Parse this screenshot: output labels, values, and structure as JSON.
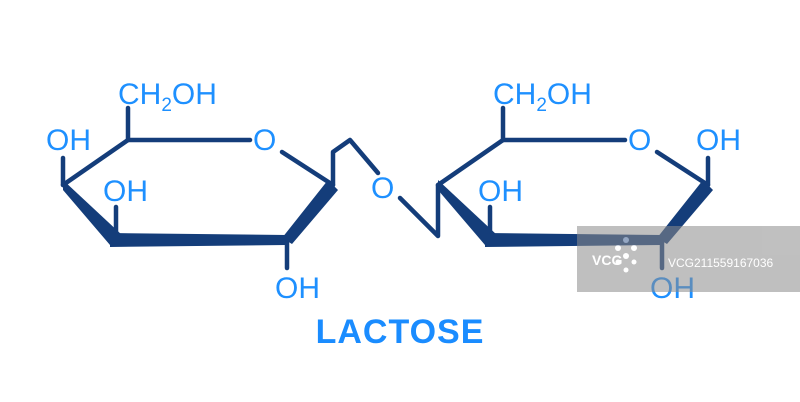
{
  "molecule": {
    "title": "LACTOSE",
    "left_ring": {
      "ring_oxygen": "O",
      "ch2oh_prefix": "CH",
      "ch2oh_subscript": "2",
      "ch2oh_suffix": "OH",
      "oh_left": "OH",
      "oh_middle": "OH",
      "oh_bottom": "OH"
    },
    "bridge_oxygen": "O",
    "right_ring": {
      "ring_oxygen": "O",
      "ch2oh_prefix": "CH",
      "ch2oh_subscript": "2",
      "ch2oh_suffix": "OH",
      "oh_top_right": "OH",
      "oh_middle": "OH",
      "oh_bottom": "OH"
    }
  },
  "colors": {
    "label_blue": "#1e90ff",
    "bond_navy": "#143d7a",
    "watermark_gray": "#8c8c8c"
  },
  "watermark": {
    "logo": "VCG",
    "text": "VCG211559167036"
  }
}
